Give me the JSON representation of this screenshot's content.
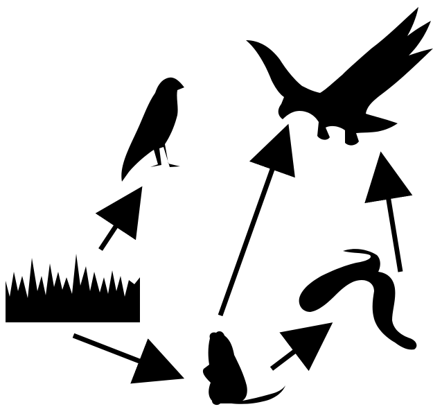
{
  "diagram": {
    "type": "food-web",
    "nodes": [
      {
        "id": "grass",
        "icon": "grass-icon"
      },
      {
        "id": "bird",
        "icon": "bird-icon"
      },
      {
        "id": "eagle",
        "icon": "eagle-icon"
      },
      {
        "id": "mouse",
        "icon": "mouse-icon"
      },
      {
        "id": "snake",
        "icon": "snake-icon"
      }
    ],
    "edges": [
      {
        "from": "grass",
        "to": "bird"
      },
      {
        "from": "grass",
        "to": "mouse"
      },
      {
        "from": "mouse",
        "to": "eagle"
      },
      {
        "from": "mouse",
        "to": "snake"
      },
      {
        "from": "snake",
        "to": "eagle"
      }
    ],
    "colors": {
      "silhouette": "#000000",
      "background": "#ffffff"
    }
  }
}
